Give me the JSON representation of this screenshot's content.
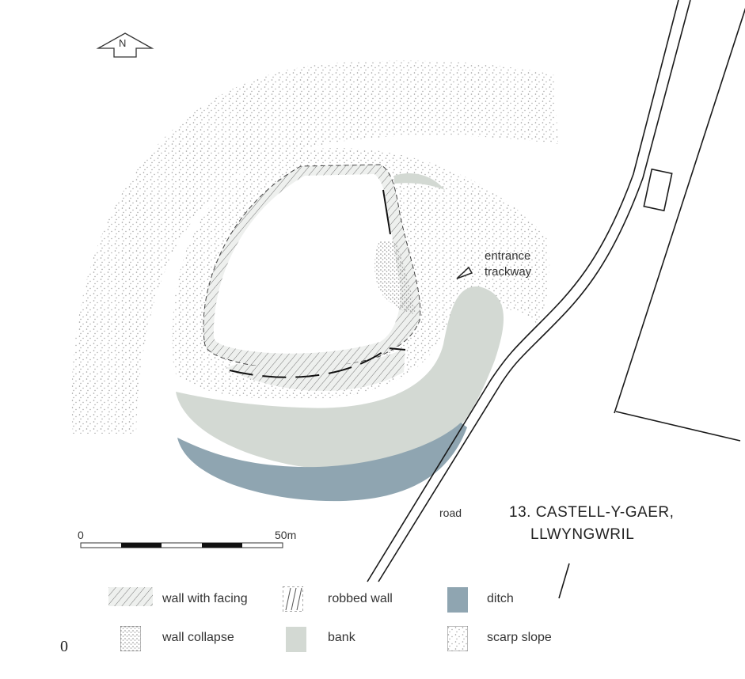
{
  "title": {
    "line1": "13.  CASTELL-Y-GAER,",
    "line2": "LLWYNGWRIL"
  },
  "north_label": "N",
  "labels": {
    "entrance": "entrance",
    "trackway": "trackway",
    "road": "road"
  },
  "scale": {
    "start": "0",
    "end": "50m",
    "length_m": 50,
    "segments": 5
  },
  "legend": [
    {
      "key": "wall_facing",
      "label": "wall with facing"
    },
    {
      "key": "robbed_wall",
      "label": "robbed wall"
    },
    {
      "key": "ditch",
      "label": "ditch"
    },
    {
      "key": "wall_collapse",
      "label": "wall collapse"
    },
    {
      "key": "bank",
      "label": "bank"
    },
    {
      "key": "scarp_slope",
      "label": "scarp slope"
    }
  ],
  "colors": {
    "bank": "#d3d9d3",
    "ditch": "#8fa5b1",
    "dots": "#9a9a9a",
    "line": "#1a1a1a"
  },
  "page_number": "0"
}
